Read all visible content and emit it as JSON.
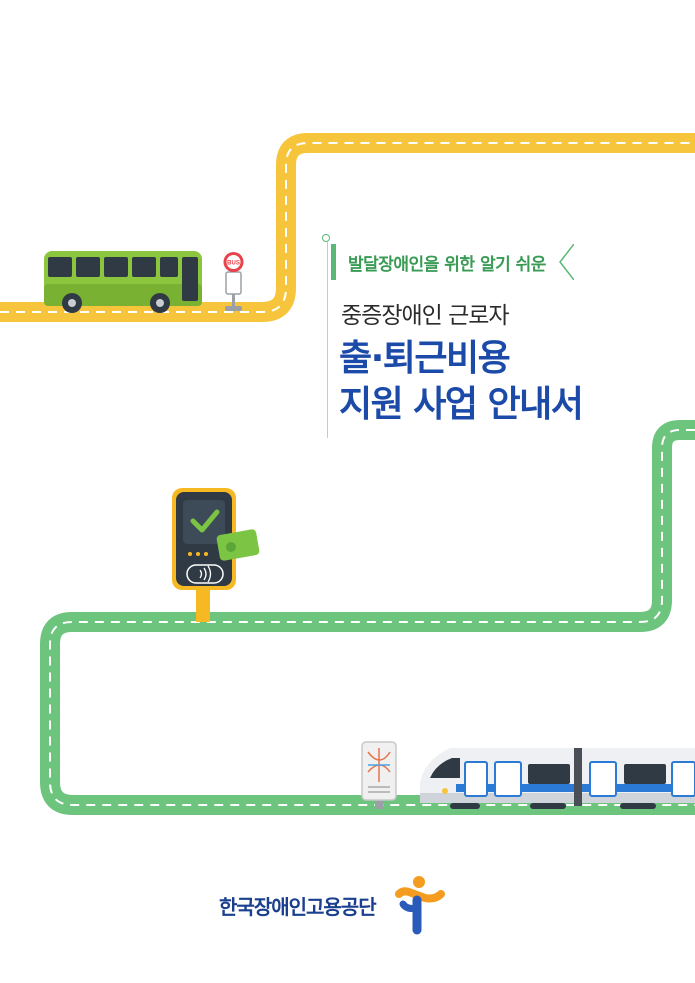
{
  "cover": {
    "tag": "발달장애인을 위한 알기 쉬운",
    "subtitle": "중증장애인 근로자",
    "title_line1": "출·퇴근비용",
    "title_line2": "지원 사업 안내서"
  },
  "bus_sign": "BUS",
  "organization": {
    "name": "한국장애인고용공단"
  },
  "colors": {
    "road_yellow": "#f7c53c",
    "road_green": "#6cc47d",
    "title_blue": "#1b4aa8",
    "tag_green": "#3a9b55",
    "bus_green": "#8cc63f",
    "logo_blue": "#2a5bb8",
    "logo_orange": "#f39c1f"
  }
}
